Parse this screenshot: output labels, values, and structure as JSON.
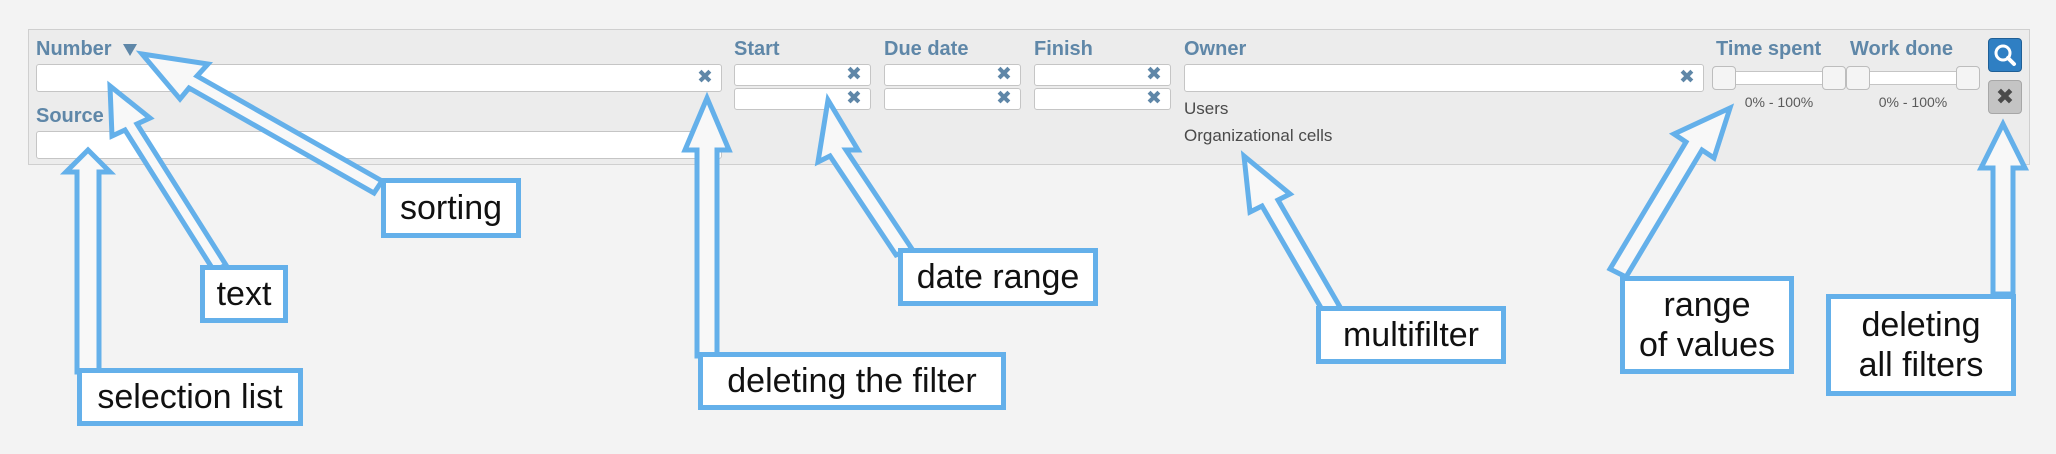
{
  "filters": {
    "number_label": "Number",
    "source_label": "Source",
    "start_label": "Start",
    "due_date_label": "Due date",
    "finish_label": "Finish",
    "owner_label": "Owner",
    "owner_options": [
      "Users",
      "Organizational cells"
    ],
    "time_spent_label": "Time spent",
    "time_spent_range": "0% - 100%",
    "time_spent_value": [
      0,
      100
    ],
    "work_done_label": "Work done",
    "work_done_range": "0% - 100%",
    "work_done_value": [
      0,
      100
    ],
    "clear_glyph": "✖"
  },
  "buttons": {
    "search_icon": "magnifier-icon",
    "clear_all_glyph": "✖"
  },
  "callouts": {
    "sorting": "sorting",
    "text": "text",
    "selection_list": "selection list",
    "deleting_filter": "deleting the filter",
    "date_range": "date range",
    "multifilter": "multifilter",
    "range_line1": "range",
    "range_line2": "of values",
    "deleting_all_line1": "deleting",
    "deleting_all_line2": "all filters"
  },
  "colors": {
    "accent": "#64b0ea",
    "label": "#5f87a8",
    "search_button": "#2f7fc3"
  }
}
